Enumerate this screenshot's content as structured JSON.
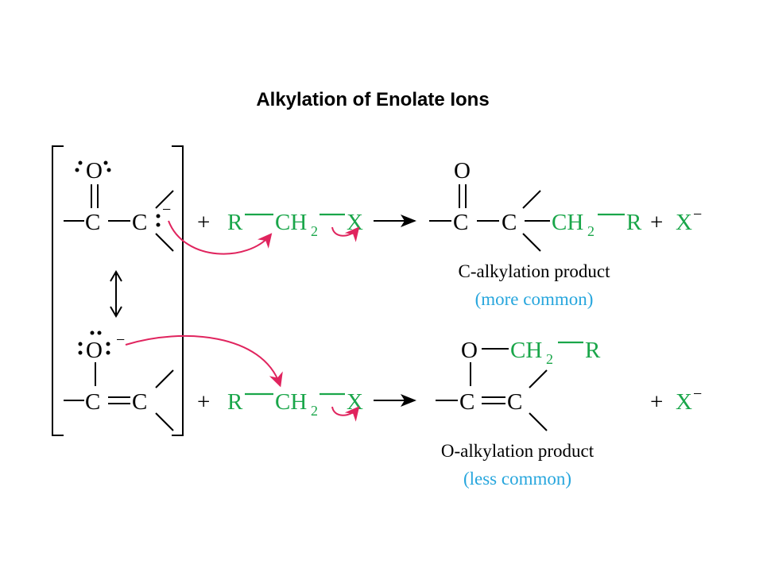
{
  "title": "Alkylation of Enolate Ions",
  "colors": {
    "reagent": "#1aa64a",
    "arrow": "#e0245e",
    "note": "#27a6dd",
    "text": "#000000"
  },
  "enolate": {
    "keto": {
      "oxygen": "O",
      "carbonyl_carbon": "C",
      "alpha_carbon": "C",
      "charge": "−"
    },
    "enol": {
      "oxygen": "O",
      "oxygen_charge": "−",
      "carbonyl_carbon": "C",
      "alpha_carbon": "C"
    }
  },
  "reactions": [
    {
      "plus": "+",
      "reagent": {
        "r": "R",
        "ch": "CH",
        "sub": "2",
        "x": "X"
      },
      "product": {
        "oxygen": "O",
        "c1": "C",
        "c2": "C",
        "ch": "CH",
        "sub": "2",
        "r": "R",
        "plus": "+",
        "leaving": "X",
        "leaving_charge": "−"
      },
      "caption": "C-alkylation product",
      "note": "(more common)"
    },
    {
      "plus": "+",
      "reagent": {
        "r": "R",
        "ch": "CH",
        "sub": "2",
        "x": "X"
      },
      "product": {
        "oxygen": "O",
        "c1": "C",
        "c2": "C",
        "ch": "CH",
        "sub": "2",
        "r": "R",
        "plus": "+",
        "leaving": "X",
        "leaving_charge": "−"
      },
      "caption": "O-alkylation product",
      "note": "(less common)"
    }
  ]
}
